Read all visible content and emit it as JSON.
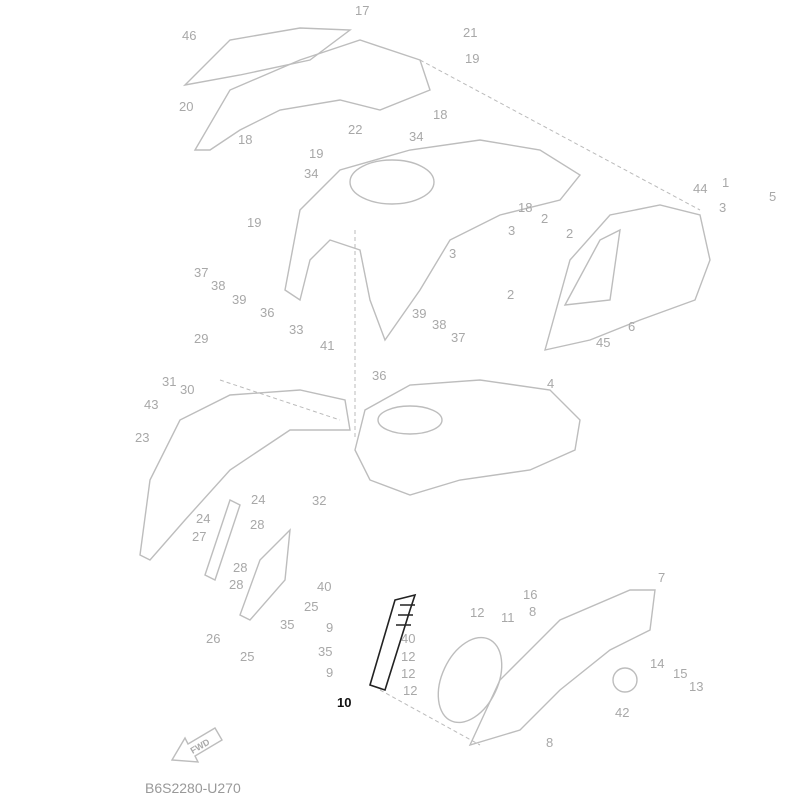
{
  "diagram": {
    "code": "B6S2280-U270",
    "fwd_label": "FWD",
    "highlighted_part": "10",
    "callouts": [
      "17",
      "46",
      "21",
      "19",
      "20",
      "18",
      "18",
      "22",
      "34",
      "19",
      "34",
      "44",
      "1",
      "5",
      "3",
      "18",
      "2",
      "2",
      "3",
      "19",
      "3",
      "37",
      "38",
      "39",
      "36",
      "33",
      "41",
      "2",
      "6",
      "45",
      "39",
      "38",
      "37",
      "36",
      "4",
      "29",
      "31",
      "30",
      "43",
      "23",
      "32",
      "24",
      "24",
      "28",
      "27",
      "28",
      "28",
      "40",
      "25",
      "35",
      "26",
      "25",
      "7",
      "16",
      "8",
      "12",
      "11",
      "9",
      "35",
      "40",
      "12",
      "12",
      "12",
      "9",
      "10",
      "14",
      "15",
      "13",
      "42",
      "8"
    ]
  }
}
